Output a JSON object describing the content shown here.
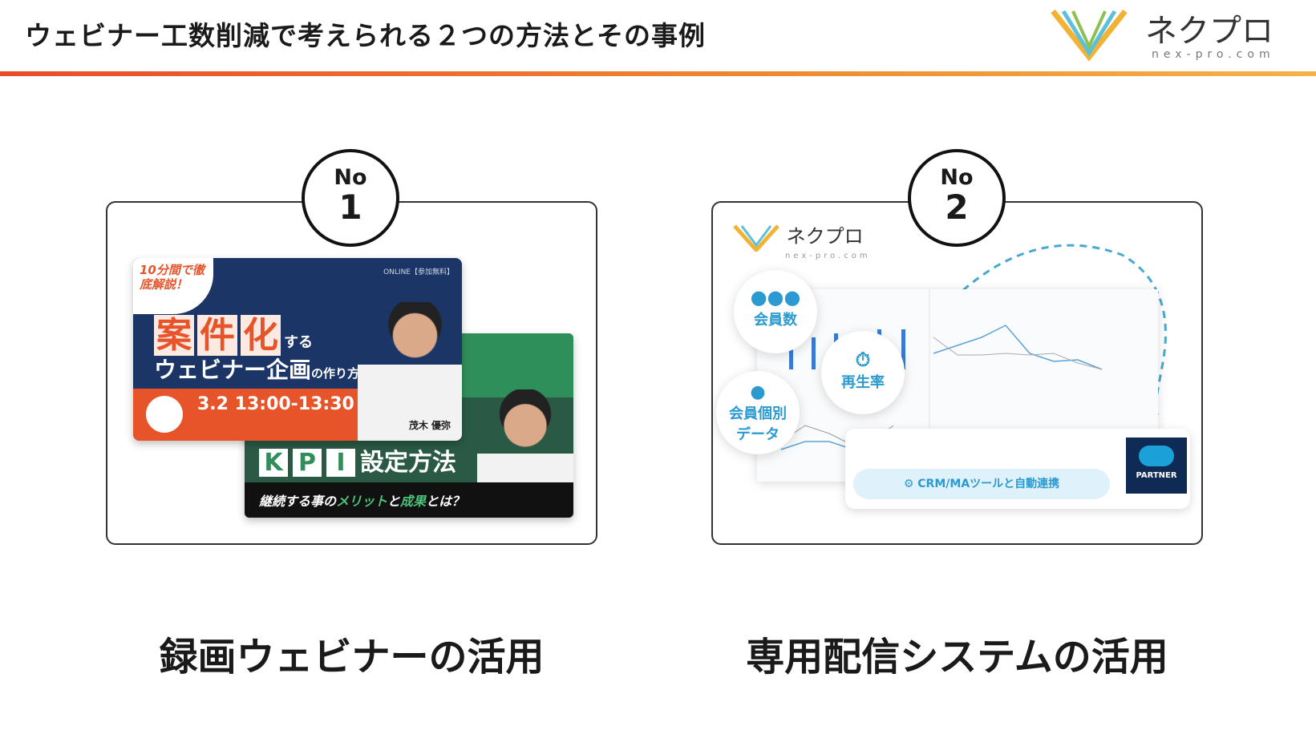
{
  "header": {
    "title": "ウェビナー工数削減で考えられる２つの方法とその事例",
    "logo_name": "ネクプロ",
    "logo_url": "nex-pro.com",
    "accent_color": "#e94b2b"
  },
  "methods": [
    {
      "badge_no": "No",
      "badge_num": "1",
      "label": "録画ウェビナーの活用",
      "banner1": {
        "tag": "10分間で徹底解説！",
        "online": "ONLINE【参加無料】",
        "headline_keys": [
          "案",
          "件",
          "化"
        ],
        "headline_suffix": "する",
        "line2": "ウェビナー企画",
        "line2_suffix": "の作り方",
        "date": "3.2",
        "time": "13:00-13:30",
        "speaker": "茂木 優弥"
      },
      "banner2": {
        "kpi": [
          "K",
          "P",
          "I"
        ],
        "title": "設定方法",
        "sub_prefix": "継続する事の",
        "sub_hl1": "メリット",
        "sub_mid": "と",
        "sub_hl2": "成果",
        "sub_suffix": "とは？"
      }
    },
    {
      "badge_no": "No",
      "badge_num": "2",
      "label": "専用配信システムの活用",
      "logo_name": "ネクプロ",
      "logo_url": "nex-pro.com",
      "bubbles": [
        "会員数",
        "再生率",
        "会員個別データ"
      ],
      "crm": "CRM/MAツールと自動連携",
      "partner": "PARTNER"
    }
  ]
}
